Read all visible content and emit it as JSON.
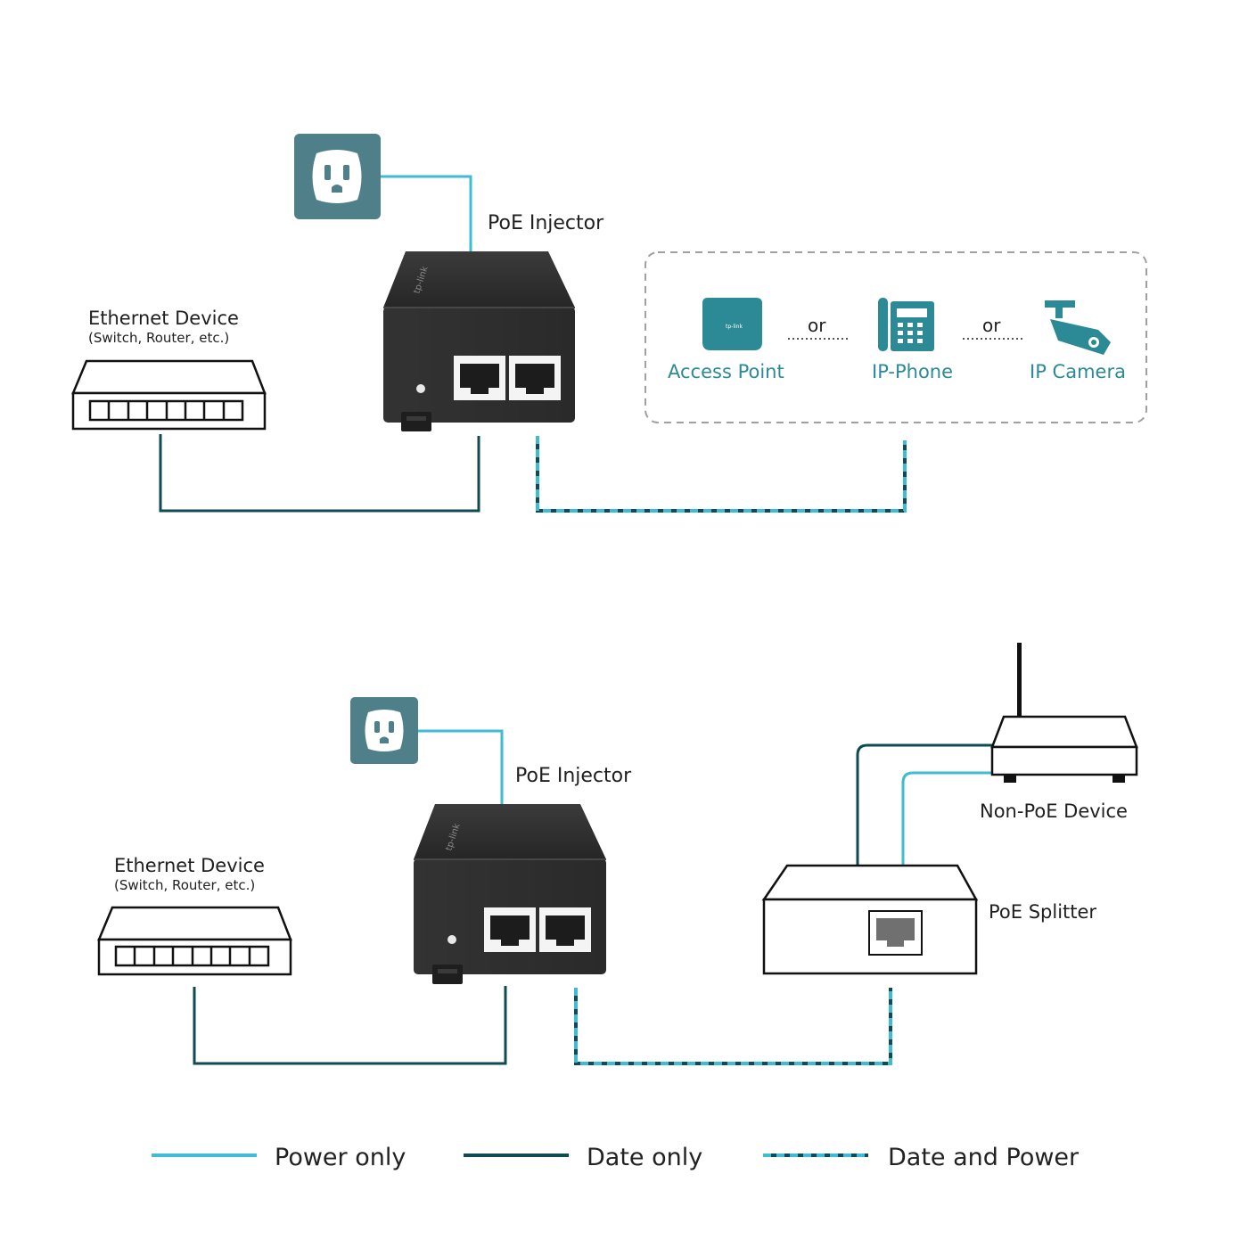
{
  "top": {
    "injector_label": "PoE Injector",
    "ethernet_title": "Ethernet Device",
    "ethernet_sub": "(Switch, Router, etc.)",
    "pd_devices": [
      {
        "label": "Access Point",
        "icon": "access-point-icon"
      },
      {
        "label": "IP-Phone",
        "icon": "ip-phone-icon"
      },
      {
        "label": "IP Camera",
        "icon": "ip-camera-icon"
      }
    ],
    "or_label_1": "or",
    "or_label_2": "or"
  },
  "bottom": {
    "injector_label": "PoE Injector",
    "ethernet_title": "Ethernet Device",
    "ethernet_sub": "(Switch, Router, etc.)",
    "non_poe_label": "Non-PoE Device",
    "splitter_label": "PoE Splitter"
  },
  "legend": [
    {
      "label": "Power only",
      "style": "solid",
      "color": "#3fbcd3"
    },
    {
      "label": "Date only",
      "style": "solid",
      "color": "#0f4a55"
    },
    {
      "label": "Date and Power",
      "style": "dashed",
      "color": "#2a9bb0"
    }
  ],
  "colors": {
    "power": "#3fbcd3",
    "data": "#0f4a55",
    "outlet": "#4f7f88",
    "device_teal": "#2c8a96",
    "injector_body": "#2b2b2b"
  }
}
